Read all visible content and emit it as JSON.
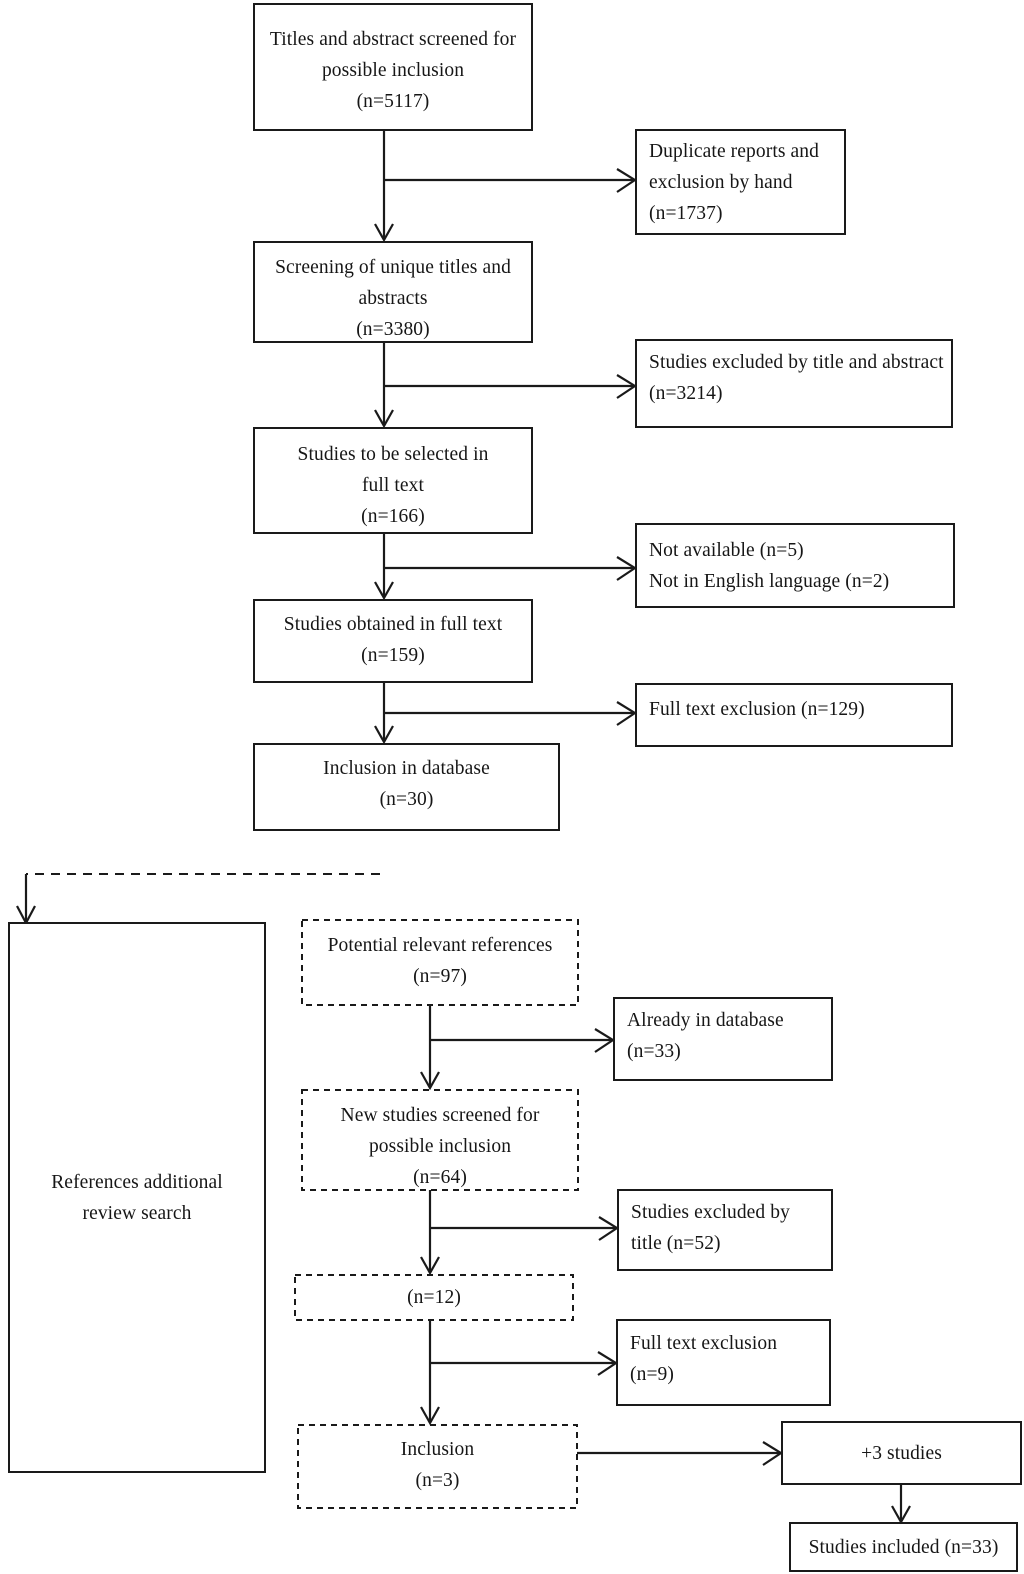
{
  "diagram": {
    "title": "Study selection flow diagram",
    "type": "prisma-flowchart",
    "colors": {
      "stroke": "#1a1a1a",
      "fill": "#ffffff",
      "text": "#161616"
    },
    "nodes": {
      "titles_screened": {
        "lines": [
          "Titles and abstract screened for",
          "possible inclusion",
          "(n=5117)"
        ],
        "border": "solid",
        "align": "center"
      },
      "duplicate_reports": {
        "lines": [
          "Duplicate reports and",
          "exclusion by hand",
          "(n=1737)"
        ],
        "border": "solid",
        "align": "left"
      },
      "screening_unique": {
        "lines": [
          "Screening of unique titles and",
          "abstracts",
          "(n=3380)"
        ],
        "border": "solid",
        "align": "center"
      },
      "excluded_title_abstract": {
        "lines": [
          "Studies excluded by title and abstract",
          "(n=3214)"
        ],
        "border": "solid",
        "align": "left"
      },
      "to_be_selected": {
        "lines": [
          "Studies to be selected in",
          "full text",
          "(n=166)"
        ],
        "border": "solid",
        "align": "center"
      },
      "not_available": {
        "lines": [
          "Not available (n=5)",
          "Not in English language (n=2)"
        ],
        "border": "solid",
        "align": "left"
      },
      "obtained_full_text": {
        "lines": [
          "Studies obtained in full text",
          "(n=159)"
        ],
        "border": "solid",
        "align": "center"
      },
      "full_text_exclusion_129": {
        "lines": [
          "Full text exclusion (n=129)"
        ],
        "border": "solid",
        "align": "left"
      },
      "inclusion_database": {
        "lines": [
          "Inclusion in database",
          "(n=30)"
        ],
        "border": "solid",
        "align": "center"
      },
      "references_additional": {
        "lines": [
          "References additional",
          "review search"
        ],
        "border": "solid",
        "align": "center"
      },
      "potential_references": {
        "lines": [
          "Potential relevant references",
          "(n=97)"
        ],
        "border": "dashed",
        "align": "center"
      },
      "already_in_database": {
        "lines": [
          "Already in database",
          "(n=33)"
        ],
        "border": "solid",
        "align": "left"
      },
      "new_studies_screened": {
        "lines": [
          "New studies screened for",
          "possible inclusion",
          "(n=64)"
        ],
        "border": "dashed",
        "align": "center"
      },
      "excluded_by_title": {
        "lines": [
          "Studies excluded by",
          "title (n=52)"
        ],
        "border": "solid",
        "align": "left"
      },
      "remaining_12": {
        "lines": [
          "(n=12)"
        ],
        "border": "dashed",
        "align": "center"
      },
      "full_text_exclusion_9": {
        "lines": [
          "Full text exclusion",
          "(n=9)"
        ],
        "border": "solid",
        "align": "left"
      },
      "inclusion_3": {
        "lines": [
          "Inclusion",
          "(n=3)"
        ],
        "border": "dashed",
        "align": "center"
      },
      "plus_three_studies": {
        "lines": [
          "+3 studies"
        ],
        "border": "solid",
        "align": "center"
      },
      "studies_included": {
        "lines": [
          "Studies included (n=33)"
        ],
        "border": "solid",
        "align": "center"
      }
    }
  }
}
